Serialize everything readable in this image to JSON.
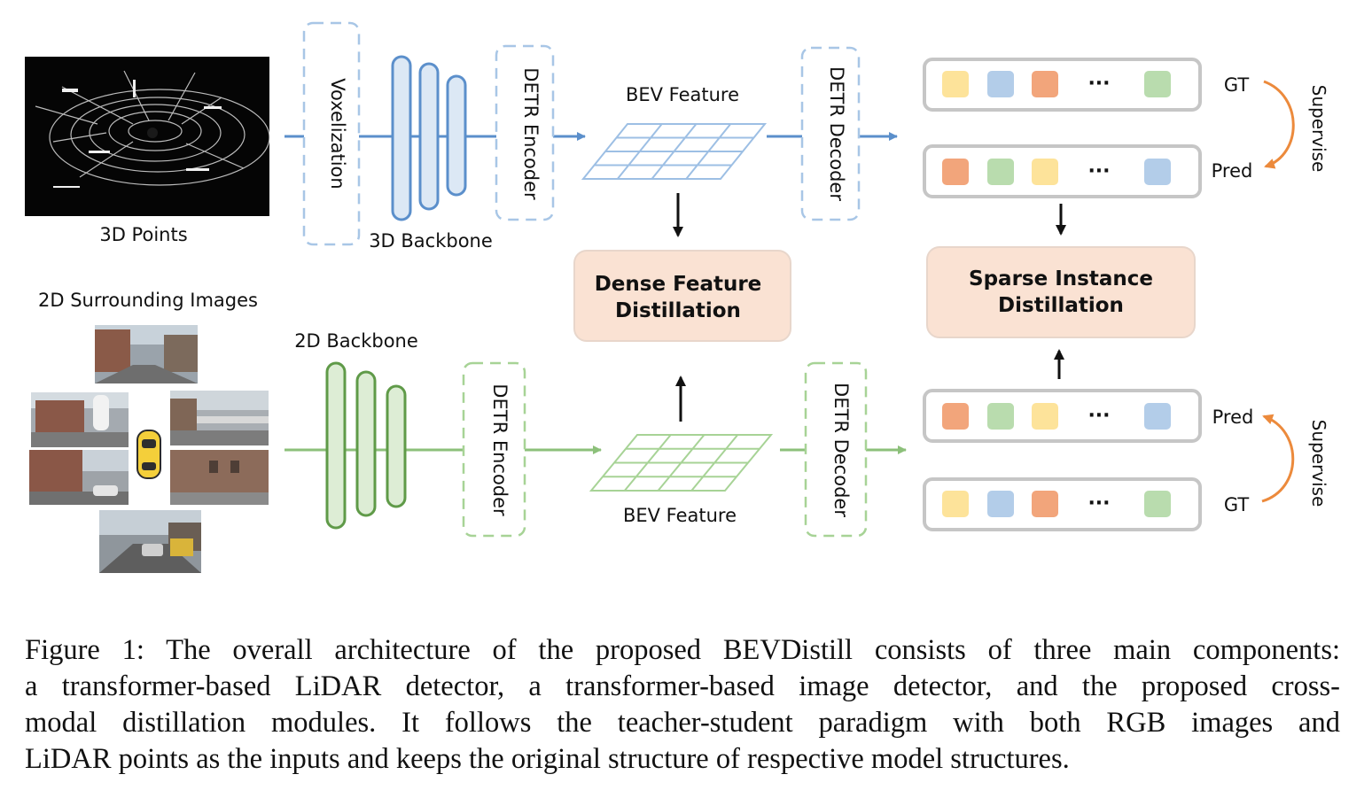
{
  "figure": {
    "lidar_branch": {
      "input_label": "3D Points",
      "voxelization_label": "Voxelization",
      "backbone_label": "3D Backbone",
      "encoder_label": "DETR Encoder",
      "bev_label": "BEV Feature",
      "decoder_label": "DETR Decoder"
    },
    "image_branch": {
      "input_label": "2D Surrounding Images",
      "backbone_label": "2D Backbone",
      "encoder_label": "DETR Encoder",
      "bev_label": "BEV Feature",
      "decoder_label": "DETR Decoder"
    },
    "dense_distill_line1": "Dense Feature",
    "dense_distill_line2": "Distillation",
    "sparse_distill_line1": "Sparse Instance",
    "sparse_distill_line2": "Distillation",
    "top_sets": {
      "row1_label": "GT",
      "row2_label": "Pred",
      "supervise_label": "Supervise"
    },
    "bottom_sets": {
      "row1_label": "Pred",
      "row2_label": "GT",
      "supervise_label": "Supervise"
    },
    "ellipsis": "···",
    "colors": {
      "lidar_blue": "#5b8fcb",
      "image_green": "#8cc07a",
      "distill_fill": "#fae2d3",
      "supervise_orange": "#ec8a3c",
      "token_yellow": "#fde39a",
      "token_blue": "#b3cde9",
      "token_orange": "#f2a57b",
      "token_green": "#b9dcae"
    }
  },
  "caption": {
    "line1": "Figure 1: The overall architecture of the proposed BEVDistill consists of three main components:",
    "line2": "a transformer-based LiDAR detector, a transformer-based image detector, and the proposed cross-",
    "line3": "modal distillation modules.  It follows the teacher-student paradigm with both RGB images and",
    "line4": "LiDAR points as the inputs and keeps the original structure of respective model structures."
  }
}
